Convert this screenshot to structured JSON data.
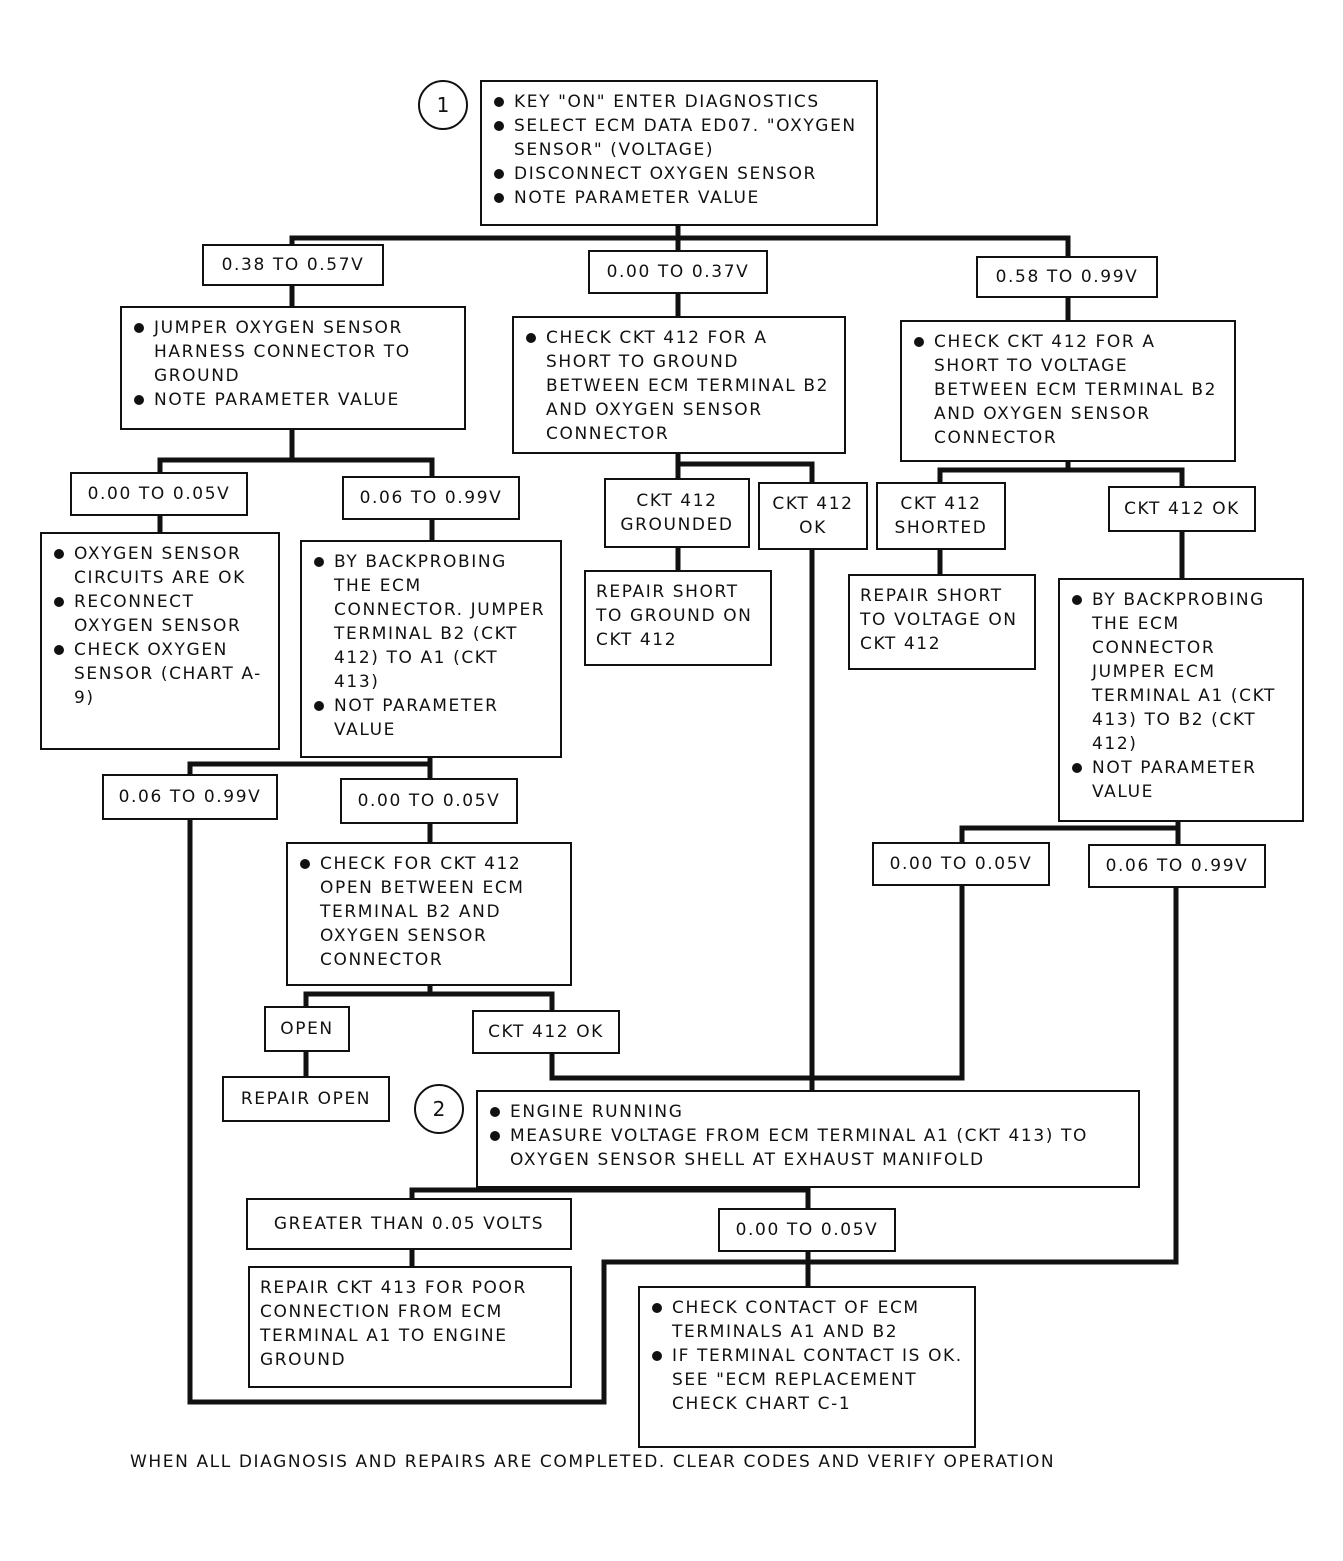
{
  "steps": {
    "step1": {
      "number": "1",
      "items": [
        "KEY \"ON\" ENTER DIAGNOSTICS",
        "SELECT ECM DATA ED07. \"OXYGEN SENSOR\" (VOLTAGE)",
        "DISCONNECT OXYGEN SENSOR",
        "NOTE PARAMETER VALUE"
      ]
    },
    "step2": {
      "number": "2",
      "items": [
        "ENGINE RUNNING",
        "MEASURE VOLTAGE FROM ECM TERMINAL A1 (CKT 413) TO OXYGEN SENSOR SHELL AT EXHAUST MANIFOLD"
      ]
    }
  },
  "branches": {
    "b_038_057": "0.38 TO 0.57V",
    "b_000_037": "0.00 TO 0.37V",
    "b_058_099": "0.58 TO 0.99V",
    "b_left_000_005": "0.00 TO 0.05V",
    "b_left_006_099": "0.06 TO 0.99V",
    "b_mid_006_099": "0.06 TO 0.99V",
    "b_mid_000_005": "0.00 TO 0.05V",
    "ckt_grounded": "CKT 412\nGROUNDED",
    "ckt_ok_mid": "CKT 412\nOK",
    "ckt_shorted": "CKT 412\nSHORTED",
    "ckt_ok_right": "CKT 412 OK",
    "b_right_000_005": "0.00 TO 0.05V",
    "b_right_006_099": "0.06 TO 0.99V",
    "open": "OPEN",
    "ckt_ok_open": "CKT 412 OK",
    "greater": "GREATER THAN 0.05 VOLTS",
    "b_final_000_005": "0.00 TO 0.05V"
  },
  "boxes": {
    "jumper": [
      "JUMPER OXYGEN SENSOR HARNESS CONNECTOR TO GROUND",
      "NOTE PARAMETER VALUE"
    ],
    "short_ground_check": [
      "CHECK CKT 412 FOR A SHORT TO GROUND BETWEEN ECM TERMINAL B2 AND OXYGEN SENSOR CONNECTOR"
    ],
    "short_voltage_check": [
      "CHECK CKT 412 FOR A SHORT TO VOLTAGE BETWEEN ECM TERMINAL B2 AND OXYGEN SENSOR CONNECTOR"
    ],
    "circuits_ok": [
      "OXYGEN SENSOR CIRCUITS ARE OK",
      "RECONNECT OXYGEN SENSOR",
      "CHECK OXYGEN SENSOR (CHART A-9)"
    ],
    "backprobe_left": [
      "BY BACKPROBING THE ECM CONNECTOR. JUMPER TERMINAL B2 (CKT 412) TO A1 (CKT 413)",
      "NOT PARAMETER VALUE"
    ],
    "repair_short_ground": "REPAIR SHORT TO GROUND ON CKT 412",
    "repair_short_voltage": "REPAIR SHORT TO VOLTAGE ON CKT 412",
    "backprobe_right": [
      "BY BACKPROBING THE ECM CONNECTOR JUMPER ECM TERMINAL A1 (CKT 413) TO B2 (CKT 412)",
      "NOT PARAMETER VALUE"
    ],
    "check_open": [
      "CHECK FOR CKT 412 OPEN BETWEEN ECM TERMINAL B2 AND OXYGEN SENSOR CONNECTOR"
    ],
    "repair_open": "REPAIR OPEN",
    "repair_413": "REPAIR CKT 413 FOR POOR CONNECTION FROM ECM TERMINAL A1 TO ENGINE GROUND",
    "check_contact": [
      "CHECK CONTACT OF ECM TERMINALS A1 AND B2",
      "IF TERMINAL CONTACT IS OK. SEE \"ECM REPLACEMENT CHECK CHART C-1"
    ]
  },
  "footer": "WHEN ALL DIAGNOSIS AND REPAIRS ARE COMPLETED. CLEAR CODES AND VERIFY OPERATION"
}
